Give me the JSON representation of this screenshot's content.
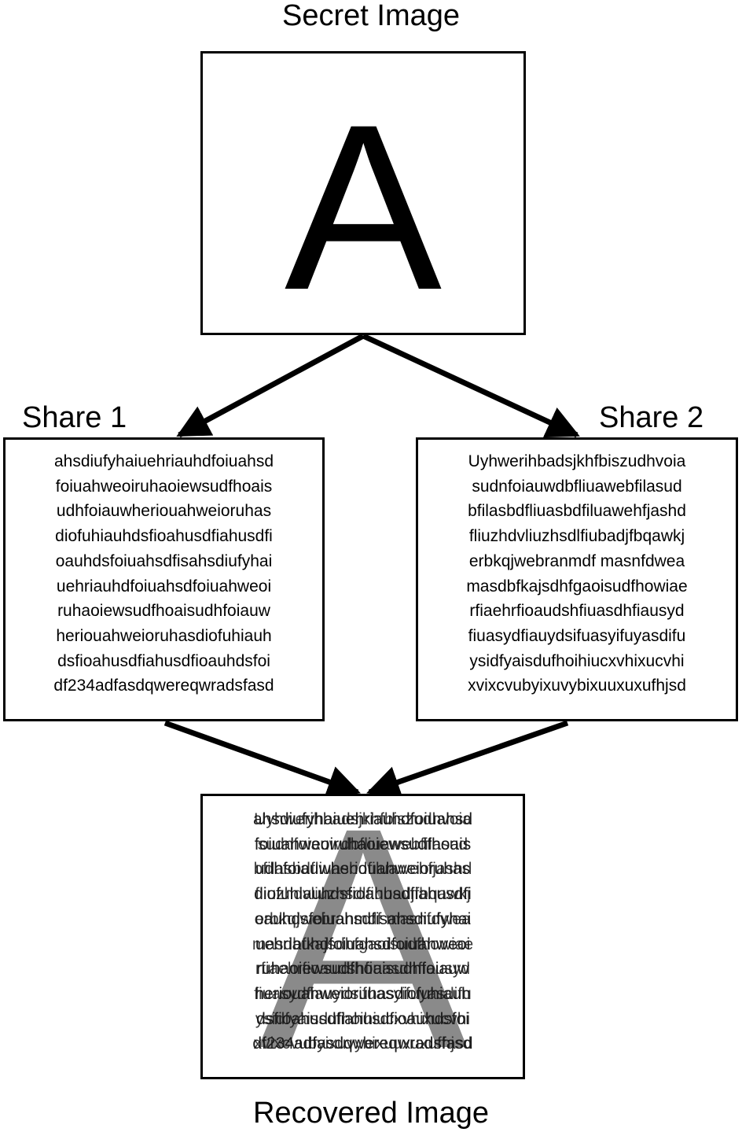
{
  "secret": {
    "title": "Secret Image",
    "letter": "A"
  },
  "share1": {
    "title": "Share 1",
    "lines": [
      "ahsdiufyhaiuehriauhdfoiuahsd",
      "foiuahweoiruhaoiewsudfhoais",
      "udhfoiauwheriouahweioruhas",
      "diofuhiauhdsfioahusdfiahusdfi",
      "oauhdsfoiuahsdfisahsdiufyhai",
      "uehriauhdfoiuahsdfoiuahweoi",
      "ruhaoiewsudfhoaisudhfoiauw",
      "heriouahweioruhasdiofuhiauh",
      "dsfioahusdfiahusdfioauhdsfoi",
      "df234adfasdqwereqwradsfasd"
    ]
  },
  "share2": {
    "title": "Share 2",
    "lines": [
      "Uyhwerihbadsjkhfbiszudhvoia",
      "sudnfoiauwdbfliuawebfilasud",
      "bfilasbdfliuasbdfiluawehfjashd",
      "fliuzhdvliuzhsdlfiubadjfbqawkj",
      "erbkqjwebranmdf masnfdwea",
      "masdbfkajsdhfgaoisudfhowiae",
      "rfiaehrfioaudshfiuasdhfiausyd",
      "fiuasydfiauydsifuasyifuyasdifu",
      "ysidfyaisdufhoihiucxvhixucvhi",
      "xvixcvubyixuvybixuuxuxufhjsd"
    ]
  },
  "recovered": {
    "title": "Recovered Image",
    "letter": "A"
  }
}
